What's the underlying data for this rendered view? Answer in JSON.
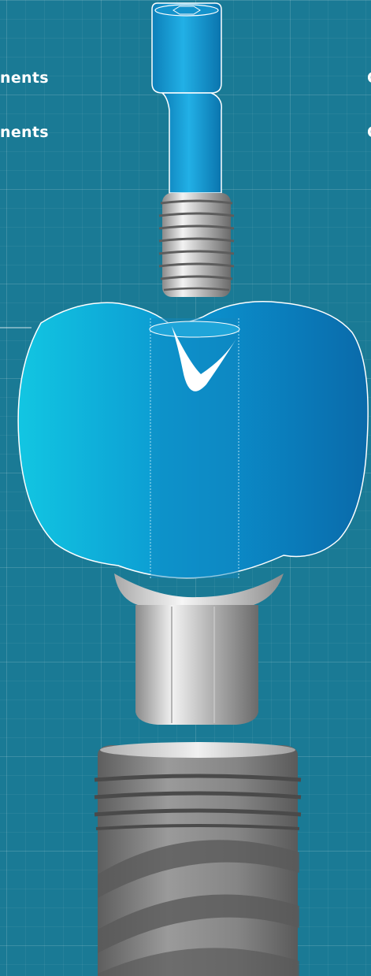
{
  "labels": {
    "left_top": "nents",
    "left_bottom": "nents",
    "right_top": "C",
    "right_bottom": "C"
  },
  "colors": {
    "background": "#1a7a95",
    "crown_light": "#14c3e0",
    "crown_dark": "#0a6fb0",
    "screw_blue": "#1b9fd6",
    "metal_light": "#e8e8e8",
    "metal_dark": "#6f6f6f",
    "implant_gray": "#7d7d7d"
  },
  "parts": {
    "screw": "abutment-screw",
    "crown": "dental-crown",
    "abutment": "abutment",
    "implant": "implant-fixture"
  }
}
